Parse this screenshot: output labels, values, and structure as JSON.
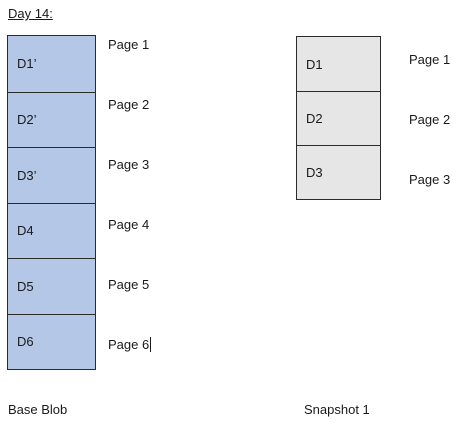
{
  "heading": "Day 14:",
  "base_blob": {
    "caption": "Base Blob",
    "fill_color": "#b4c7e7",
    "blocks": [
      "D1’",
      "D2’",
      "D3’",
      "D4",
      "D5",
      "D6"
    ],
    "pages": [
      "Page 1",
      "Page 2",
      "Page 3",
      "Page 4",
      "Page 5",
      "Page 6"
    ]
  },
  "snapshot": {
    "caption": "Snapshot 1",
    "fill_color": "#e7e6e6",
    "blocks": [
      "D1",
      "D2",
      "D3"
    ],
    "pages": [
      "Page 1",
      "Page 2",
      "Page 3"
    ]
  }
}
